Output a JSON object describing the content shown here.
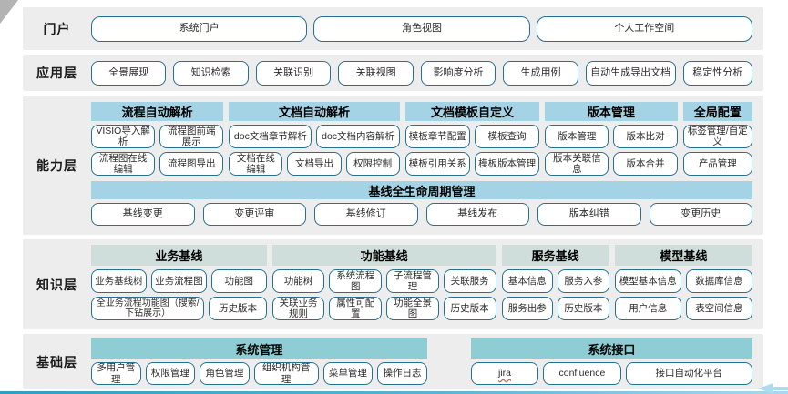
{
  "colors": {
    "band_bg": "#ededed",
    "button_border": "#26718f",
    "capability_header_bg": "#a5d3e6",
    "knowledge_header_bg": "#cfdeda",
    "foundation_header_bg": "#8ecdd3",
    "bottom_line": "#2f9fc2"
  },
  "portal": {
    "label": "门户",
    "buttons": [
      "系统门户",
      "角色视图",
      "个人工作空间"
    ]
  },
  "application": {
    "label": "应用层",
    "buttons": [
      "全景展现",
      "知识检索",
      "关联识别",
      "关联视图",
      "影响度分析",
      "生成用例",
      "自动生成导出文档",
      "稳定性分析"
    ]
  },
  "capability": {
    "label": "能力层",
    "groups": [
      {
        "title": "流程自动解析",
        "row1": [
          "VISIO导入解析",
          "流程图前端展示"
        ],
        "row2": [
          "流程图在线编辑",
          "流程图导出"
        ]
      },
      {
        "title": "文档自动解析",
        "row1": [
          "doc文档章节解析",
          "doc文档内容解析"
        ],
        "row2": [
          "文档在线编辑",
          "文档导出",
          "权限控制"
        ]
      },
      {
        "title": "文档模板自定义",
        "row1": [
          "模板章节配置",
          "模板查询"
        ],
        "row2": [
          "模板引用关系",
          "模板版本管理"
        ]
      },
      {
        "title": "版本管理",
        "row1": [
          "版本管理",
          "版本比对"
        ],
        "row2": [
          "版本关联信息",
          "版本合并"
        ]
      },
      {
        "title": "全局配置",
        "row1": [
          "标签管理/自定义"
        ],
        "row2": [
          "产品管理"
        ]
      }
    ],
    "baseline": {
      "title": "基线全生命周期管理",
      "buttons": [
        "基线变更",
        "变更评审",
        "基线修订",
        "基线发布",
        "版本纠错",
        "变更历史"
      ]
    }
  },
  "knowledge": {
    "label": "知识层",
    "groups": [
      {
        "title": "业务基线",
        "row1": [
          "业务基线树",
          "业务流程图",
          "功能图"
        ],
        "row2": [
          "全业务流程功能图（搜索/下钻展示）",
          "历史版本"
        ]
      },
      {
        "title": "功能基线",
        "row1": [
          "功能树",
          "系统流程图",
          "子流程管理",
          "关联服务"
        ],
        "row2": [
          "关联业务规则",
          "属性可配置",
          "功能全景图",
          "历史版本"
        ]
      },
      {
        "title": "服务基线",
        "row1": [
          "基本信息",
          "服务入参"
        ],
        "row2": [
          "服务出参",
          "历史版本"
        ]
      },
      {
        "title": "模型基线",
        "row1": [
          "模型基本信息",
          "数据库信息"
        ],
        "row2": [
          "用户信息",
          "表空间信息"
        ]
      }
    ]
  },
  "foundation": {
    "label": "基础层",
    "groups": [
      {
        "title": "系统管理",
        "buttons": [
          "多用户管理",
          "权限管理",
          "角色管理",
          "组织机构管理",
          "菜单管理",
          "操作日志"
        ]
      },
      {
        "title": "系统接口",
        "buttons": [
          "jira",
          "confluence",
          "接口自动化平台"
        ]
      }
    ]
  }
}
